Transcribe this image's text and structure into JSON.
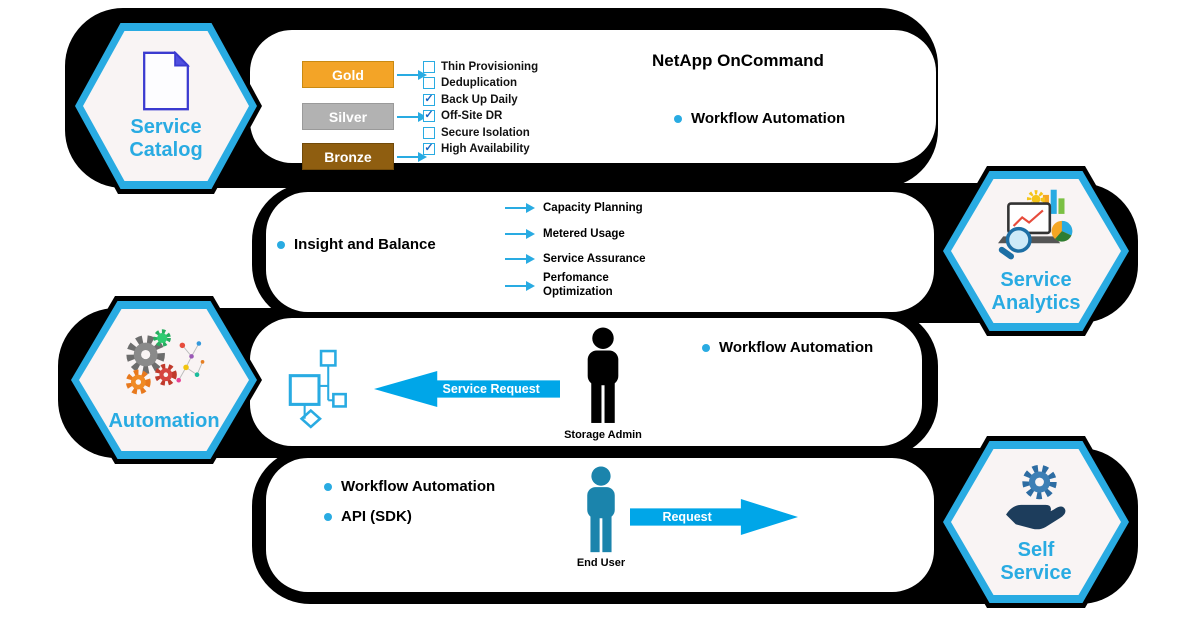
{
  "colors": {
    "accent_blue": "#29abe2",
    "arrow_blue": "#00a6e8",
    "gold": "#f3a427",
    "silver": "#b2b2b2",
    "bronze": "#8f5e10",
    "storage_admin_figure": "#000000",
    "end_user_figure": "#1b84ac"
  },
  "icons": {
    "service_catalog": "document-icon",
    "service_analytics": "analytics-charts-magnifier-icon",
    "automation": "gears-network-icon",
    "self_service": "gear-in-hand-icon",
    "band3_flowchart": "flowchart-icon",
    "storage_admin": "person-icon",
    "end_user": "person-icon"
  },
  "hexagons": {
    "service_catalog": {
      "label": "Service Catalog"
    },
    "service_analytics": {
      "label": "Service Analytics"
    },
    "automation": {
      "label": "Automation"
    },
    "self_service": {
      "label": "Self Service"
    }
  },
  "band1": {
    "title": "NetApp OnCommand",
    "bullet": "Workflow Automation",
    "tiers": [
      {
        "label": "Gold",
        "color": "#f3a427"
      },
      {
        "label": "Silver",
        "color": "#b2b2b2"
      },
      {
        "label": "Bronze",
        "color": "#8f5e10"
      }
    ],
    "features": [
      {
        "label": "Thin Provisioning",
        "checked": false,
        "mark": ""
      },
      {
        "label": "Deduplication",
        "checked": false,
        "mark": ""
      },
      {
        "label": "Back Up Daily",
        "checked": true,
        "mark": "✓"
      },
      {
        "label": "Off-Site DR",
        "checked": true,
        "mark": "✓"
      },
      {
        "label": "Secure Isolation",
        "checked": false,
        "mark": ""
      },
      {
        "label": "High Availability",
        "checked": true,
        "mark": "✓"
      }
    ]
  },
  "band2": {
    "bullet": "Insight and Balance",
    "items": [
      "Capacity Planning",
      "Metered Usage",
      "Service Assurance",
      "Perfomance Optimization"
    ]
  },
  "band3": {
    "bullet": "Workflow Automation",
    "arrow_label": "Service Request",
    "figure_label": "Storage Admin"
  },
  "band4": {
    "bullets": [
      "Workflow Automation",
      "API (SDK)"
    ],
    "arrow_label": "Request",
    "figure_label": "End User"
  }
}
